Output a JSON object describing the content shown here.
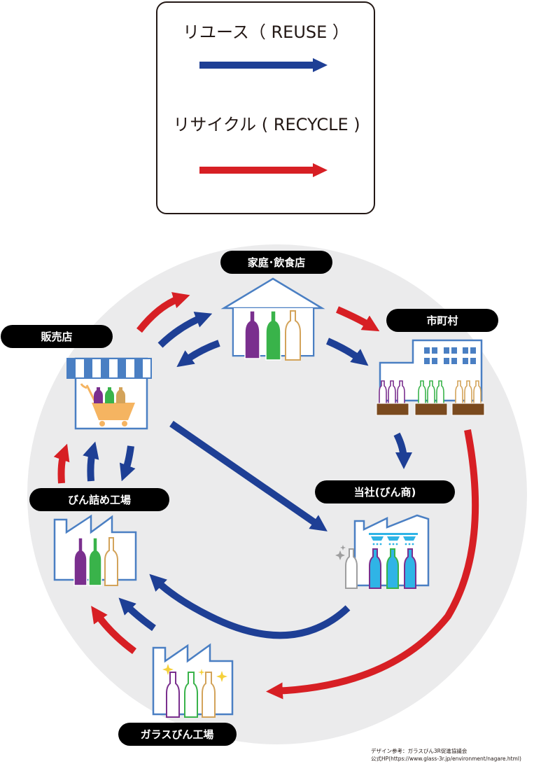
{
  "legend": {
    "reuse_label": "リユース（ REUSE ）",
    "recycle_label": "リサイクル ( RECYCLE )"
  },
  "nodes": {
    "household": "家庭･飲食店",
    "municipality": "市町村",
    "company": "当社(びん商)",
    "store": "販売店",
    "bottling": "びん詰め工場",
    "glass": "ガラスびん工場"
  },
  "credit": {
    "line1": "デザイン参考：ガラスびん3R促進協議会",
    "line2": "公式HP(https://www.glass-3r.jp/environment/nagare.html)"
  },
  "colors": {
    "reuse": "#1e3f95",
    "recycle": "#d71f24",
    "building": "#4a7fc3",
    "background_circle": "#ebebec",
    "label_bg": "#000000",
    "purple": "#7a2f8e",
    "green": "#39b34a",
    "amber": "#d3a35a",
    "crate": "#7a4a1f",
    "cyan": "#2fb4e6",
    "cart": "#f5b461"
  }
}
